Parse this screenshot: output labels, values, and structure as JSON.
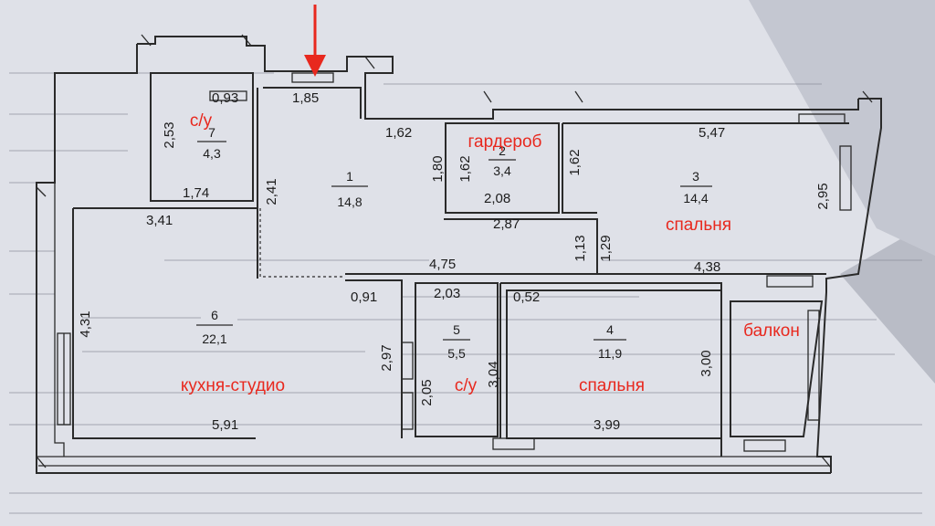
{
  "accent_color": "#e8281e",
  "background_color": "#b9bcc6",
  "paper_color": "#e4e6ec",
  "rooms": [
    {
      "id": "1",
      "number": "1",
      "area": "14,8"
    },
    {
      "id": "2",
      "number": "2",
      "area": "3,4",
      "label": "гардероб"
    },
    {
      "id": "3",
      "number": "3",
      "area": "14,4",
      "label": "спальня"
    },
    {
      "id": "4",
      "number": "4",
      "area": "11,9",
      "label": "спальня"
    },
    {
      "id": "5",
      "number": "5",
      "area": "5,5",
      "label": "с/у"
    },
    {
      "id": "6",
      "number": "6",
      "area": "22,1",
      "label": "кухня-студио"
    },
    {
      "id": "7",
      "number": "7",
      "area": "4,3",
      "label": "с/у"
    }
  ],
  "balcony_label": "балкон",
  "dimensions": {
    "d0_93": "0,93",
    "d1_85": "1,85",
    "d2_53": "2,53",
    "d1_62a": "1,62",
    "d1_62b": "1,62",
    "d1_62c": "1,62",
    "d5_47": "5,47",
    "d1_80": "1,80",
    "d2_41": "2,41",
    "d1_74": "1,74",
    "d2_08": "2,08",
    "d2_87": "2,87",
    "d2_95": "2,95",
    "d3_41": "3,41",
    "d1_13": "1,13",
    "d1_29": "1,29",
    "d4_38": "4,38",
    "d4_75": "4,75",
    "d0_91": "0,91",
    "d2_03": "2,03",
    "d0_52": "0,52",
    "d4_31": "4,31",
    "d2_97": "2,97",
    "d2_05": "2,05",
    "d3_04": "3,04",
    "d3_00": "3,00",
    "d5_91": "5,91",
    "d3_99": "3,99"
  }
}
